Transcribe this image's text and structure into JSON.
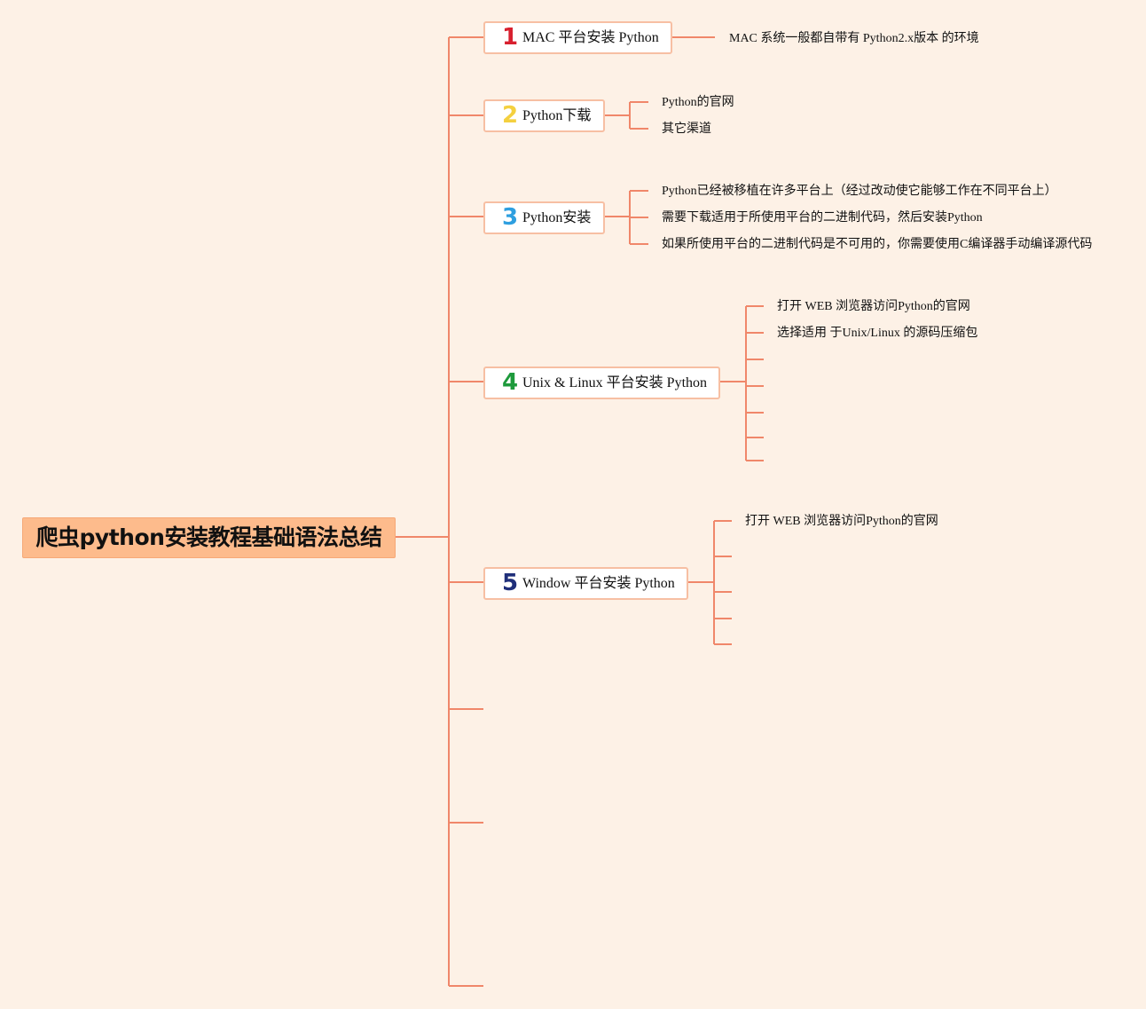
{
  "root": {
    "label": "爬虫python安装教程基础语法总结"
  },
  "topics": [
    {
      "num": "1",
      "num_color": "#d8202f",
      "label": "MAC 平台安装 Python",
      "children": [
        "MAC 系统一般都自带有 Python2.x版本 的环境"
      ]
    },
    {
      "num": "2",
      "num_color": "#f4d03f",
      "label": "Python下载",
      "children": [
        "Python的官网",
        "其它渠道"
      ]
    },
    {
      "num": "3",
      "num_color": "#2e9fe0",
      "label": "Python安装",
      "children": [
        "Python已经被移植在许多平台上（经过改动使它能够工作在不同平台上）",
        "需要下载适用于所使用平台的二进制代码，然后安装Python",
        "如果所使用平台的二进制代码是不可用的，你需要使用C编译器手动编译源代码"
      ]
    },
    {
      "num": "4",
      "num_color": "#1e9a3c",
      "label": "Unix & Linux 平台安装 Python",
      "children": [
        "打开 WEB 浏览器访问Python的官网",
        "选择适用 于Unix/Linux 的源码压缩包",
        "",
        "",
        "",
        "",
        ""
      ]
    },
    {
      "num": "5",
      "num_color": "#1f2f7a",
      "label": "Window 平台安装 Python",
      "children": [
        "打开 WEB 浏览器访问Python的官网",
        "",
        "",
        "",
        "",
        ""
      ]
    }
  ],
  "colors": {
    "background": "#fdf1e6",
    "line": "#f0876a",
    "root_fill": "#fdbb8c",
    "topic_border": "#f7bfa3"
  }
}
